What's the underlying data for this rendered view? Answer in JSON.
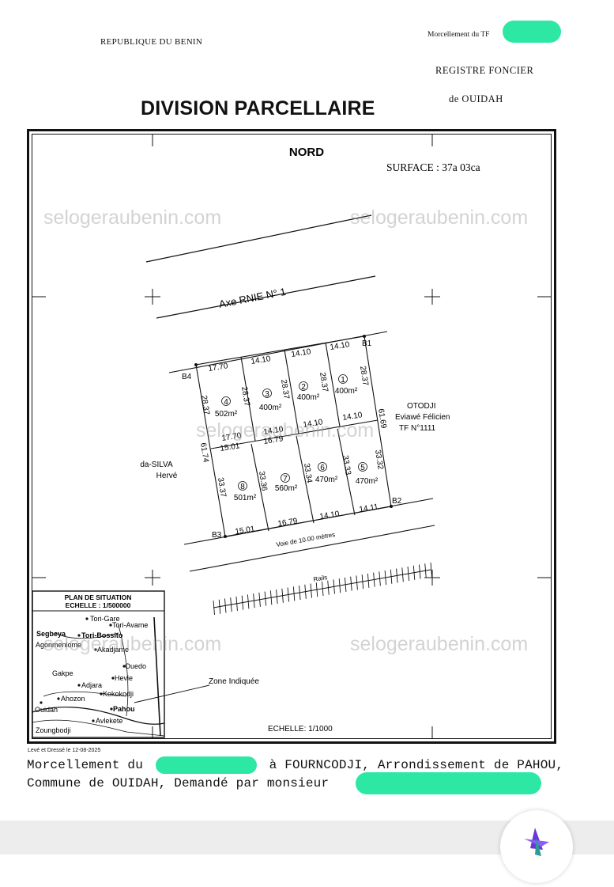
{
  "header": {
    "country": "REPUBLIQUE DU BENIN",
    "morcellement_label": "Morcellement du TF",
    "registry": "REGISTRE FONCIER",
    "registry_city": "de OUIDAH",
    "title": "DIVISION PARCELLAIRE"
  },
  "plan": {
    "north": "NORD",
    "surface": "SURFACE : 37a 03ca",
    "road": "Axe RNIE N° 1",
    "voie": "Voie de 10.00 mètres",
    "rail": "Rails",
    "zone": "Zone Indiquée",
    "scale": "ECHELLE: 1/1000",
    "corners": [
      "B1",
      "B2",
      "B3",
      "B4"
    ],
    "neighbor_east_1": "OTODJI",
    "neighbor_east_2": "Eviawé Félicien",
    "neighbor_east_3": "TF N°1111",
    "neighbor_west_1": "da-SILVA",
    "neighbor_west_2": "Hervé",
    "lots": [
      {
        "num": "1",
        "area": "400m²"
      },
      {
        "num": "2",
        "area": "400m²"
      },
      {
        "num": "3",
        "area": "400m²"
      },
      {
        "num": "4",
        "area": "502m²"
      },
      {
        "num": "5",
        "area": "470m²"
      },
      {
        "num": "6",
        "area": "470m²"
      },
      {
        "num": "7",
        "area": "560m²"
      },
      {
        "num": "8",
        "area": "501m²"
      }
    ],
    "dims": {
      "top_4": "17.70",
      "top_3": "14.10",
      "top_2": "14.10",
      "top_1": "14.10",
      "mid_4": "17.70",
      "mid_3": "14.10",
      "mid_2": "14.10",
      "mid_1": "14.10",
      "mid_8": "15.01",
      "mid_7": "16.79",
      "bot_8": "15.01",
      "bot_7": "16.79",
      "bot_6": "14.10",
      "bot_5": "14.11",
      "left_upper": "28.37",
      "s_43": "28.37",
      "s_32": "28.37",
      "s_21": "28.37",
      "right_upper": "28.37",
      "left_total": "61.74",
      "right_total": "61.69",
      "left_lower": "33.37",
      "s_87": "33.36",
      "s_76": "33.34",
      "s_65": "33.33",
      "right_lower": "33.32"
    }
  },
  "situation": {
    "title": "PLAN DE SITUATION",
    "scale": "ECHELLE : 1/500000",
    "places": [
      "Tori-Gare",
      "Tori-Avame",
      "Segbeya",
      "Tori-Bossito",
      "Agonmeniome",
      "Akadjame",
      "Ouedo",
      "Gakpe",
      "Hevie",
      "Adjara",
      "Ahozon",
      "Kokokodji",
      "Ouidah",
      "Pahou",
      "Avlekete",
      "Zoungbodji"
    ]
  },
  "watermark": "selogeraubenin.com",
  "footer": {
    "leve": "Levé et Dressé le 12-08-2025",
    "line1_a": "Morcellement du",
    "line1_b": "à FOURNCODJI, Arrondissement de PAHOU,",
    "line2": "Commune de OUIDAH, Demandé par monsieur"
  },
  "colors": {
    "redaction": "#2de8a4",
    "fab_icon": "#6a35d9",
    "bar": "#ededed"
  },
  "icons": {
    "fab": "star-app-icon"
  }
}
